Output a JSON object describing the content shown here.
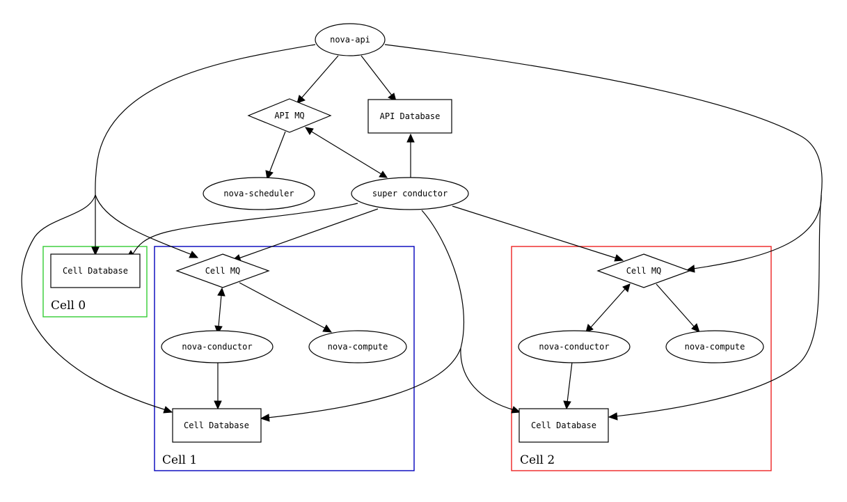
{
  "nodes": {
    "nova_api": "nova-api",
    "api_mq": "API MQ",
    "api_database": "API Database",
    "nova_scheduler": "nova-scheduler",
    "super_conductor": "super conductor",
    "cell0_database": "Cell Database",
    "cell1_mq": "Cell MQ",
    "cell1_conductor": "nova-conductor",
    "cell1_compute": "nova-compute",
    "cell1_database": "Cell Database",
    "cell2_mq": "Cell MQ",
    "cell2_conductor": "nova-conductor",
    "cell2_compute": "nova-compute",
    "cell2_database": "Cell Database"
  },
  "clusters": {
    "cell0": {
      "label": "Cell 0",
      "color": "#33cc33"
    },
    "cell1": {
      "label": "Cell 1",
      "color": "#0000bb"
    },
    "cell2": {
      "label": "Cell 2",
      "color": "#ee2222"
    }
  }
}
